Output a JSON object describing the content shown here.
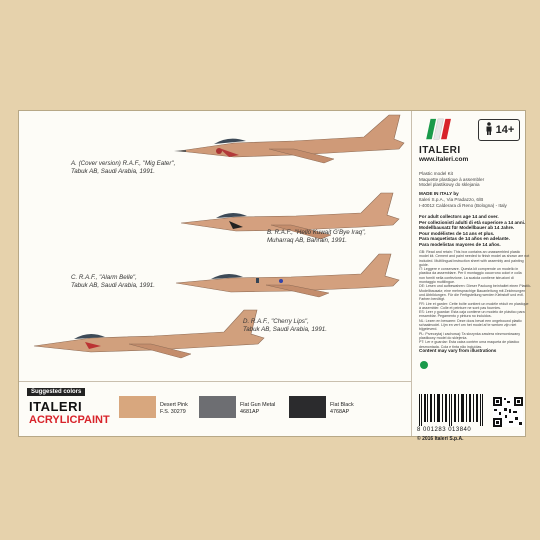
{
  "captions": [
    {
      "l1": "A. (Cover version) R.A.F., \"Mig Eater\",",
      "l2": "Tabuk AB, Saudi Arabia, 1991."
    },
    {
      "l1": "B. R.A.F., \"Hello Kuwait G'Bye Iraq\",",
      "l2": "Muharraq AB, Bahrain, 1991."
    },
    {
      "l1": "C. R.A.F., \"Alarm Belle\",",
      "l2": "Tabuk AB, Saudi Arabia, 1991."
    },
    {
      "l1": "D. R.A.F., \"Cherry Lips\",",
      "l2": "Tabuk AB, Saudi Arabia, 1991."
    }
  ],
  "brand": {
    "name": "ITALERI",
    "url": "www.italeri.com",
    "age": "14+"
  },
  "side_text": {
    "p1": "Plastic model Kit\nMaquette plastique à assembler\nModel plastikowy do sklejania",
    "made": "MADE IN ITALY by",
    "addr": "Italeri S.p.A., Via Pradazzo, 6/B\nI-40012 Calderara di Reno (Bologna) - Italy",
    "adult": "For adult collectors age 14 and over.\nPer collezionisti adulti di età superiore a 14 anni.\nModellbausatz für Modellbauer ab 14 Jahre.\nPour modélistes de 14 ans et plus.\nPara maquetistas de 14 años en adelante.\nPara modelistas mayores de 14 años.",
    "warn": "GB: Read and retain: This box contains an unassembled plastic\nmodel kit. Cement and paint needed to finish model as shown are not\nincluded. Multilingual instruction sheet with assembly and painting\nguide.\nIT: Leggere e conservare. Questa kit comprende un modello in\nplastica da assemblare. Per il montaggio occorrono colori e colla\nnon forniti nella confezione. La scatola contiene istruzioni di\nmontaggio multilingue.\nDE: Lesen und aufbewahren: Dieser Packung beinhaltet einen Plastik-\nModellbausatz; eine mehrsprachige Bauanleitung mit Zeichnungen\nund Abbildungen. Für die Fertigstellung werden Klebstoff und evtl.\nFarben benötigt.\nFR: Lire et garder: Cette boîte contient un modèle réduit en plastique\nà assembler. Colle et peinture ne sont pas fournies.\nES: Leer y guardar: Esta caja contiene un modelo de plástico para\nensamblar. Pegamento y pintura no incluidos.\nNL: Lezen en bewaren: Deze doos bevat een ongebouwd plastic\nschaalmodel. Lijm en verf om het model af te werken zijn niet\nbijgeleverd.\nPL: Przeczytaj i zachowaj: Ta skrzynka zawiera niezmontowany\nplastikowy model do sklejenia.\nPT: Ler e guardar: Esta caixa contém uma maqueta de plástico\ndesmontada. Cola e tinta não incluídas.",
    "note": "Content may vary from illustrations"
  },
  "paints": {
    "suggested": "Suggested colors",
    "brand": "ITALERI",
    "line": "ACRYLICPAINT",
    "items": [
      {
        "name": "Desert Pink",
        "code": "F.S. 30279",
        "color": "#d8a77e"
      },
      {
        "name": "Flat Gun Metal",
        "code": "4681AP",
        "color": "#6d6e72"
      },
      {
        "name": "Flat Black",
        "code": "4768AP",
        "color": "#2b2b2d"
      }
    ]
  },
  "barcode": "8 001283 013840",
  "copyright": "© 2016 Italeri S.p.A."
}
